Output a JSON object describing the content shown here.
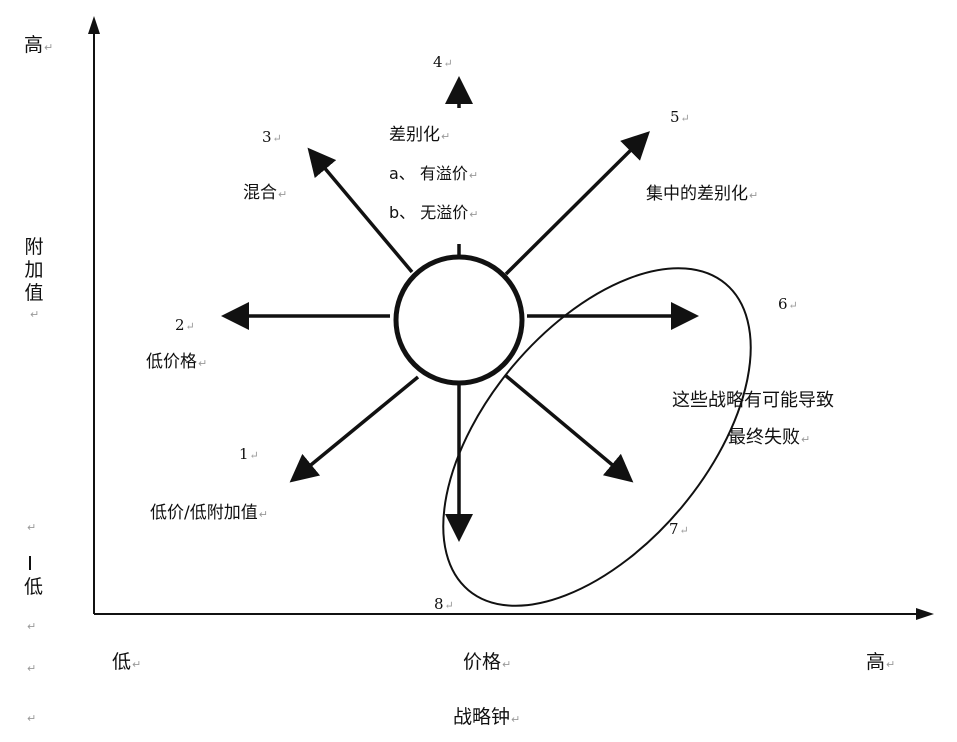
{
  "y_axis": {
    "high": "高",
    "label": "附加值",
    "low": "低"
  },
  "x_axis": {
    "low": "低",
    "mid": "价格",
    "high": "高"
  },
  "caption": "战略钟",
  "strategies": [
    {
      "num": "1",
      "label": "低价/低附加值"
    },
    {
      "num": "2",
      "label": "低价格"
    },
    {
      "num": "3",
      "label": "混合"
    },
    {
      "num": "4",
      "label": "差别化",
      "sub": [
        "a、 有溢价",
        "b、 无溢价"
      ]
    },
    {
      "num": "5",
      "label": "集中的差别化"
    },
    {
      "num": "6"
    },
    {
      "num": "7"
    },
    {
      "num": "8"
    }
  ],
  "failure_note": {
    "line1": "这些战略有可能导致",
    "line2": "最终失败"
  },
  "return_mark": "↵",
  "colors": {
    "ink": "#111111",
    "return_mark": "#999999"
  }
}
